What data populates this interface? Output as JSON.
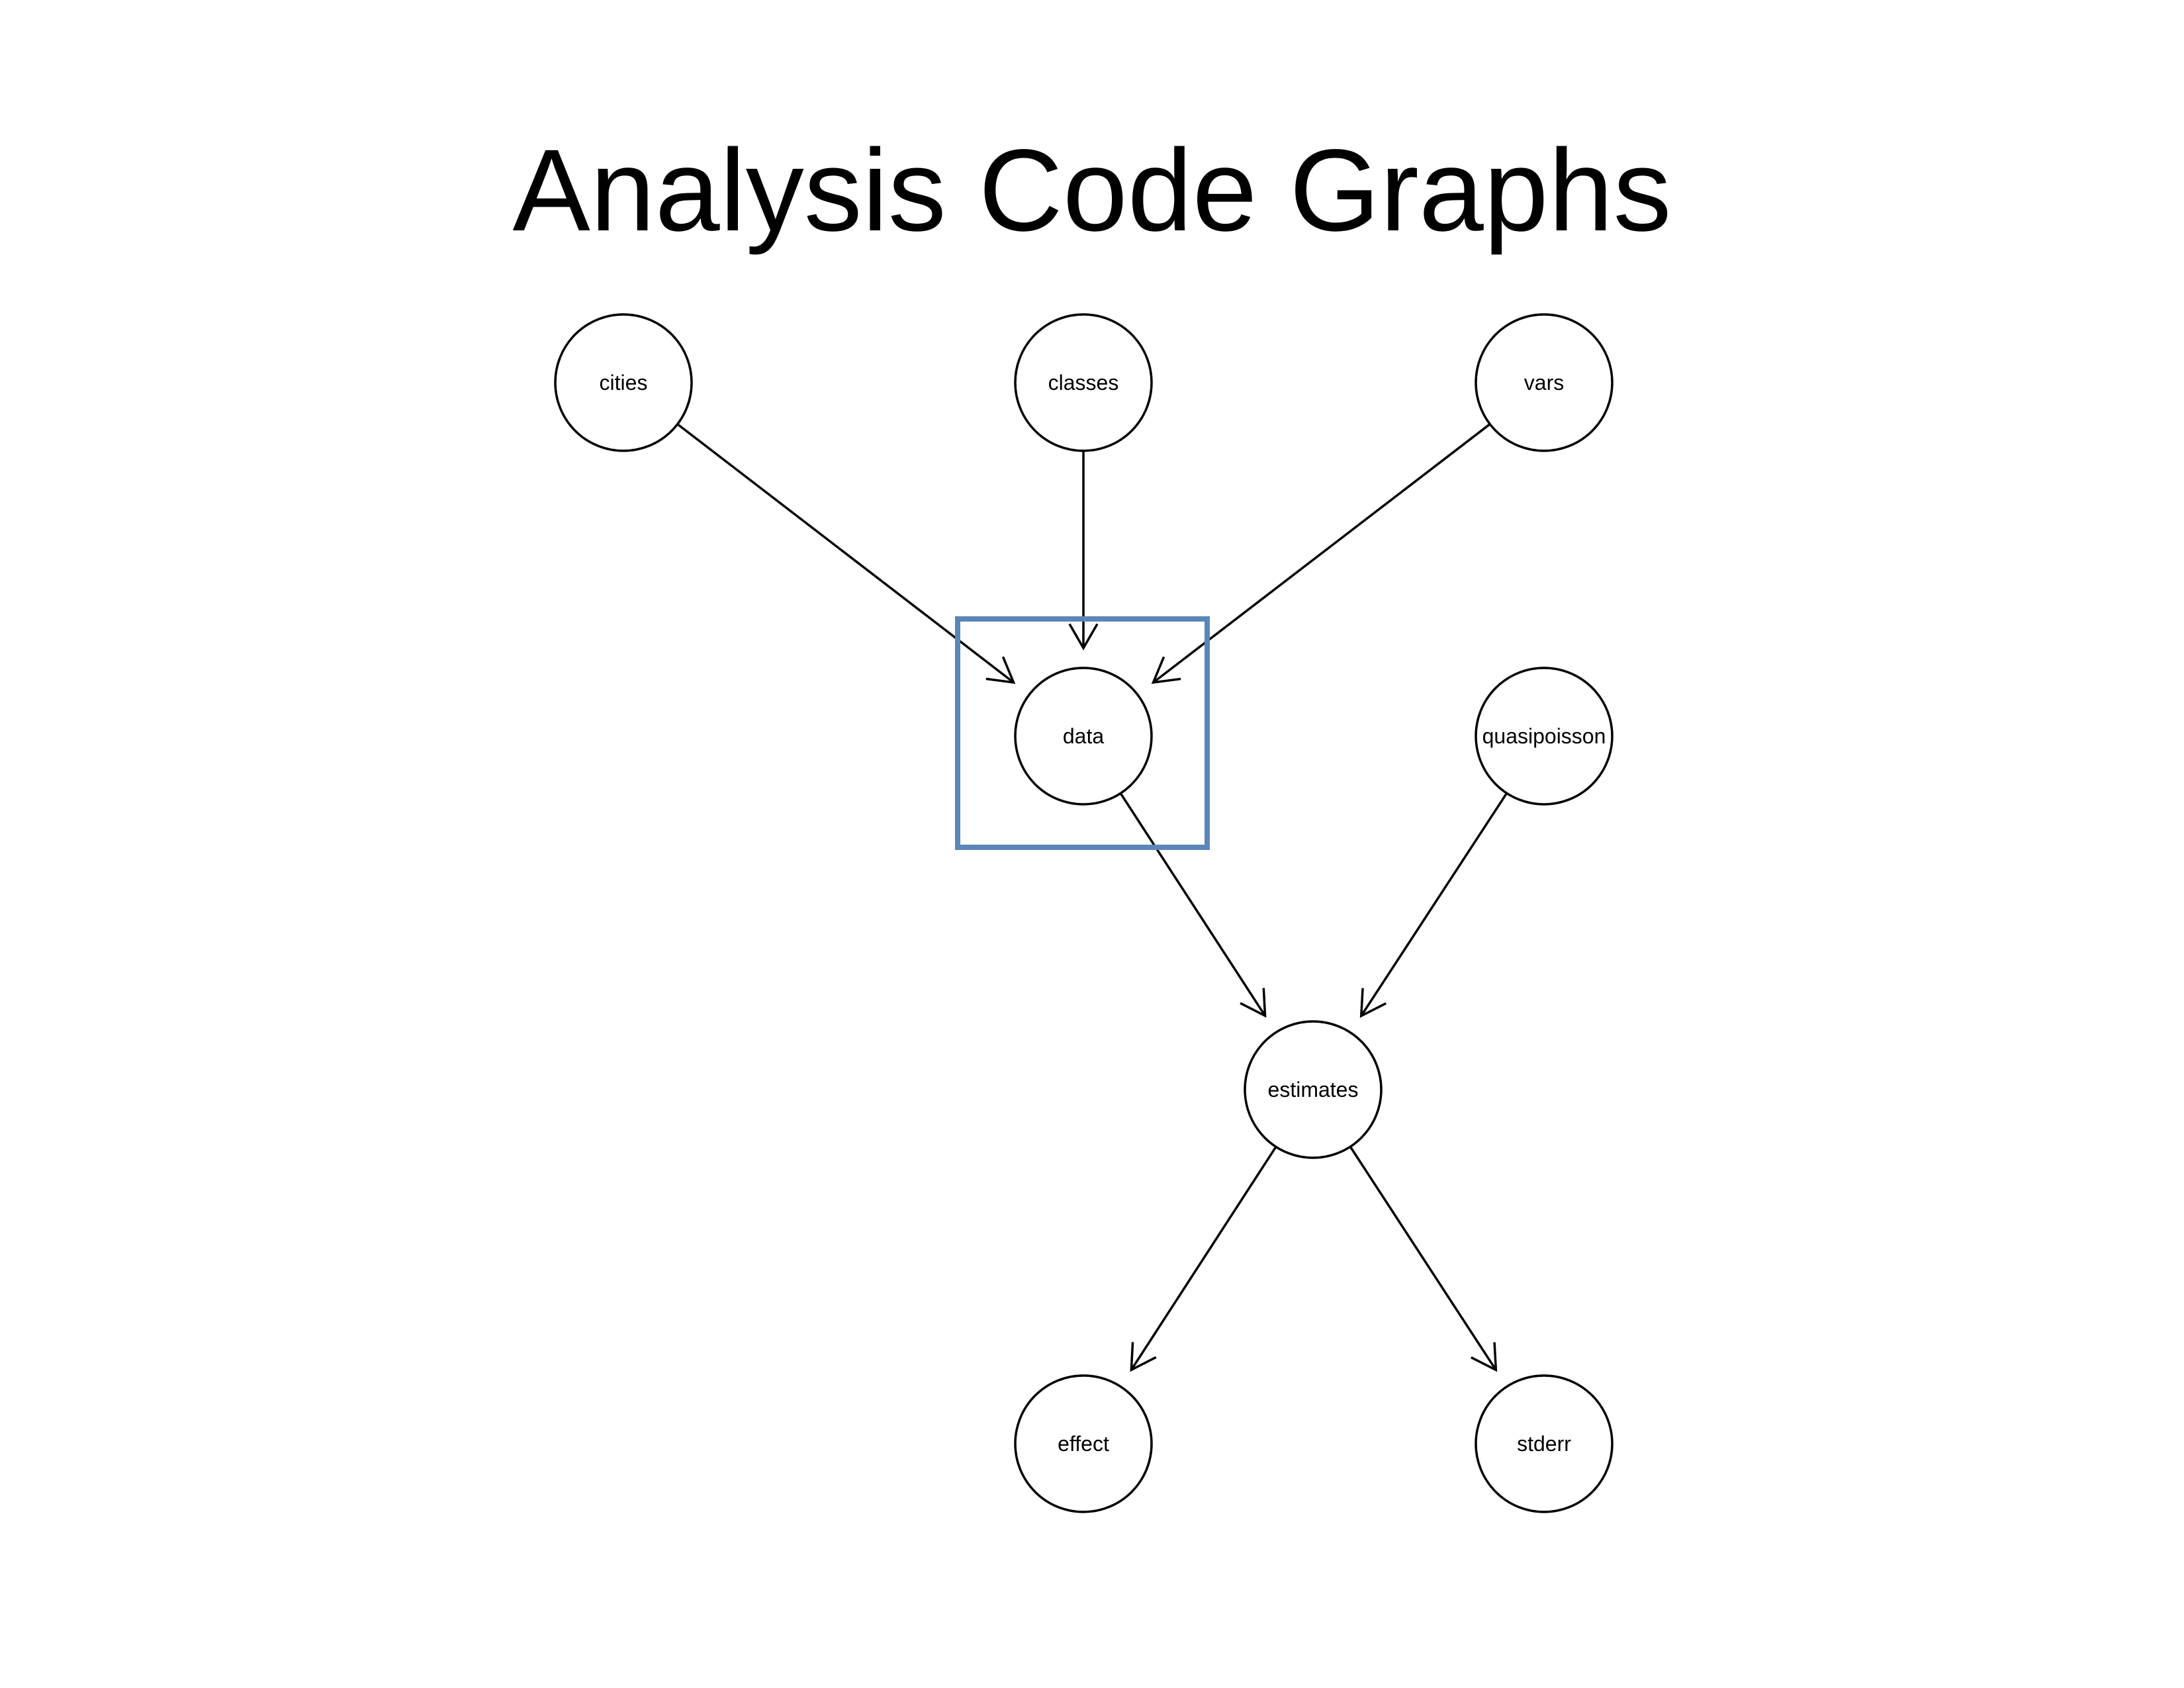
{
  "title": "Analysis Code Graphs",
  "highlight_color": "#5a86b8",
  "highlighted_node": "data",
  "nodes": [
    {
      "id": "cities",
      "label": "cities"
    },
    {
      "id": "classes",
      "label": "classes"
    },
    {
      "id": "vars",
      "label": "vars"
    },
    {
      "id": "data",
      "label": "data"
    },
    {
      "id": "quasipoisson",
      "label": "quasipoisson"
    },
    {
      "id": "estimates",
      "label": "estimates"
    },
    {
      "id": "effect",
      "label": "effect"
    },
    {
      "id": "stderr",
      "label": "stderr"
    }
  ],
  "edges": [
    {
      "from": "cities",
      "to": "data"
    },
    {
      "from": "classes",
      "to": "data"
    },
    {
      "from": "vars",
      "to": "data"
    },
    {
      "from": "data",
      "to": "estimates"
    },
    {
      "from": "quasipoisson",
      "to": "estimates"
    },
    {
      "from": "estimates",
      "to": "effect"
    },
    {
      "from": "estimates",
      "to": "stderr"
    }
  ]
}
